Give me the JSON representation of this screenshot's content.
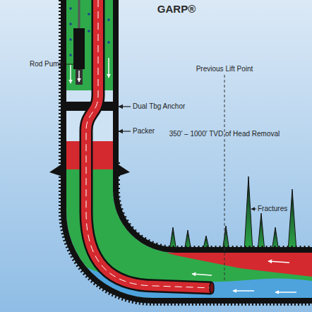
{
  "diagram": {
    "title": "GARP®",
    "labels": [
      "Rod Pump",
      "Dual Tbg Anchor",
      "Packer",
      "Previous Lift Point",
      "350' – 1000' TVD of Head Removal",
      "Fractures"
    ]
  }
}
